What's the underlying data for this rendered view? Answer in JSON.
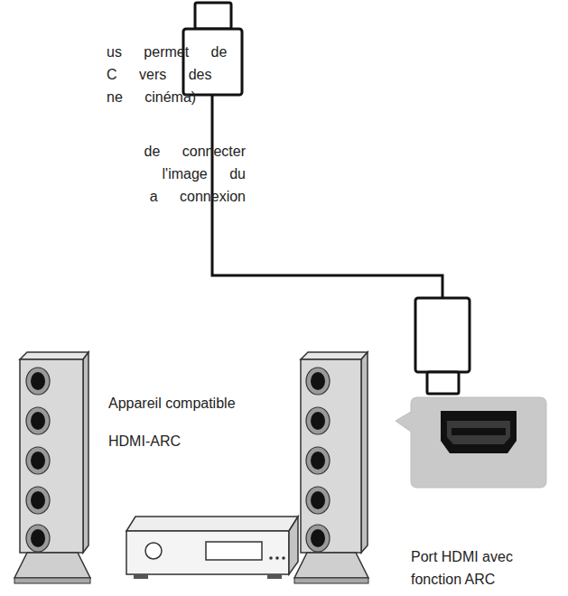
{
  "diagram": {
    "labels": [
      "us permet de C vers des ne cinéma)",
      "de connecter l'image du a connexion",
      "Appareil compatible HDMI-ARC",
      "Port HDMI avec fonction ARC"
    ]
  }
}
